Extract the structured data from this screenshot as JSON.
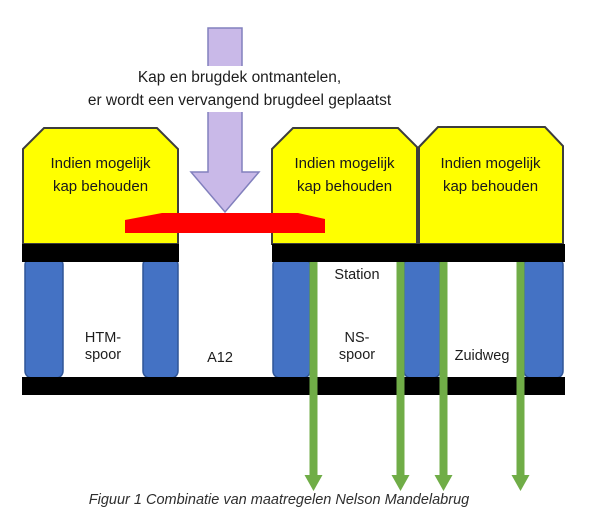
{
  "instruction": {
    "line1": "Kap en brugdek ontmantelen,",
    "line2": "er wordt een vervangend brugdeel geplaatst"
  },
  "canopies": [
    {
      "line1": "Indien mogelijk",
      "line2": "kap behouden"
    },
    {
      "line1": "Indien mogelijk",
      "line2": "kap behouden"
    },
    {
      "line1": "Indien mogelijk",
      "line2": "kap behouden"
    }
  ],
  "labels": {
    "htm_line1": "HTM-",
    "htm_line2": "spoor",
    "a12": "A12",
    "station": "Station",
    "ns_line1": "NS-",
    "ns_line2": "spoor",
    "zuidweg": "Zuidweg"
  },
  "caption": "Figuur 1 Combinatie van maatregelen Nelson Mandelabrug",
  "colors": {
    "canopy_fill": "#ffff00",
    "canopy_border": "#3d3d3d",
    "deck": "#000000",
    "pillar_fill": "#4472c4",
    "pillar_border": "#2f5597",
    "removal_bar": "#ff0000",
    "purple_arrow_fill": "#c9b9e8",
    "purple_arrow_border": "#8280bd",
    "green_arrow": "#70ad47"
  }
}
